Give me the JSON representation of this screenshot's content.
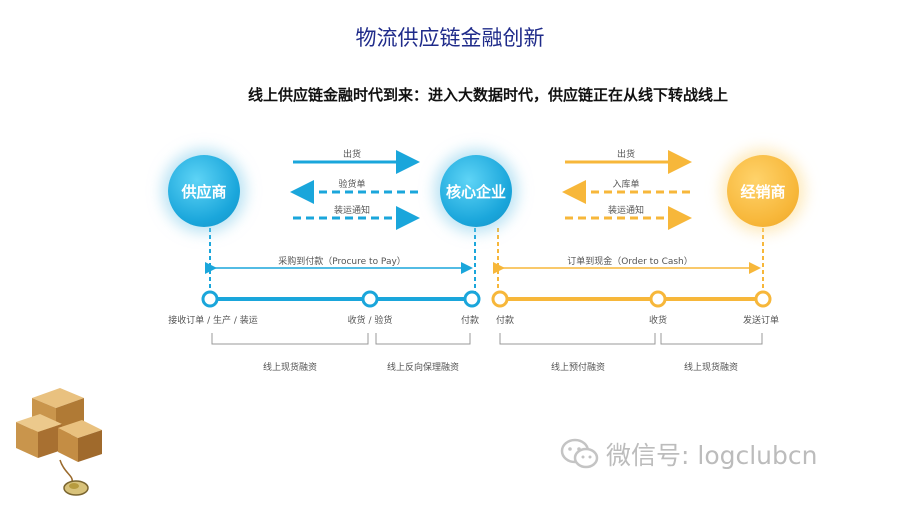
{
  "title": "物流供应链金融创新",
  "subtitle": "线上供应链金融时代到来：进入大数据时代，供应链正在从线下转战线上",
  "nodes": {
    "supplier": "供应商",
    "core": "核心企业",
    "distributor": "经销商"
  },
  "left_arrows": [
    "出货",
    "验货单",
    "装运通知"
  ],
  "right_arrows": [
    "出货",
    "入库单",
    "装运通知"
  ],
  "procure_to_pay": "采购到付款（Procure to Pay）",
  "order_to_cash": "订单到现金（Order to Cash）",
  "milestones": [
    "接收订单 / 生产 / 装运",
    "收货 / 验货",
    "付款",
    "付款",
    "收货",
    "发送订单"
  ],
  "financing": [
    "线上现货融资",
    "线上反向保理融资",
    "线上预付融资",
    "线上现货融资"
  ],
  "watermark": "微信号: logclubcn",
  "colors": {
    "blue": "#1aa6db",
    "orange": "#f7b73a",
    "title": "#1f2b8a"
  }
}
